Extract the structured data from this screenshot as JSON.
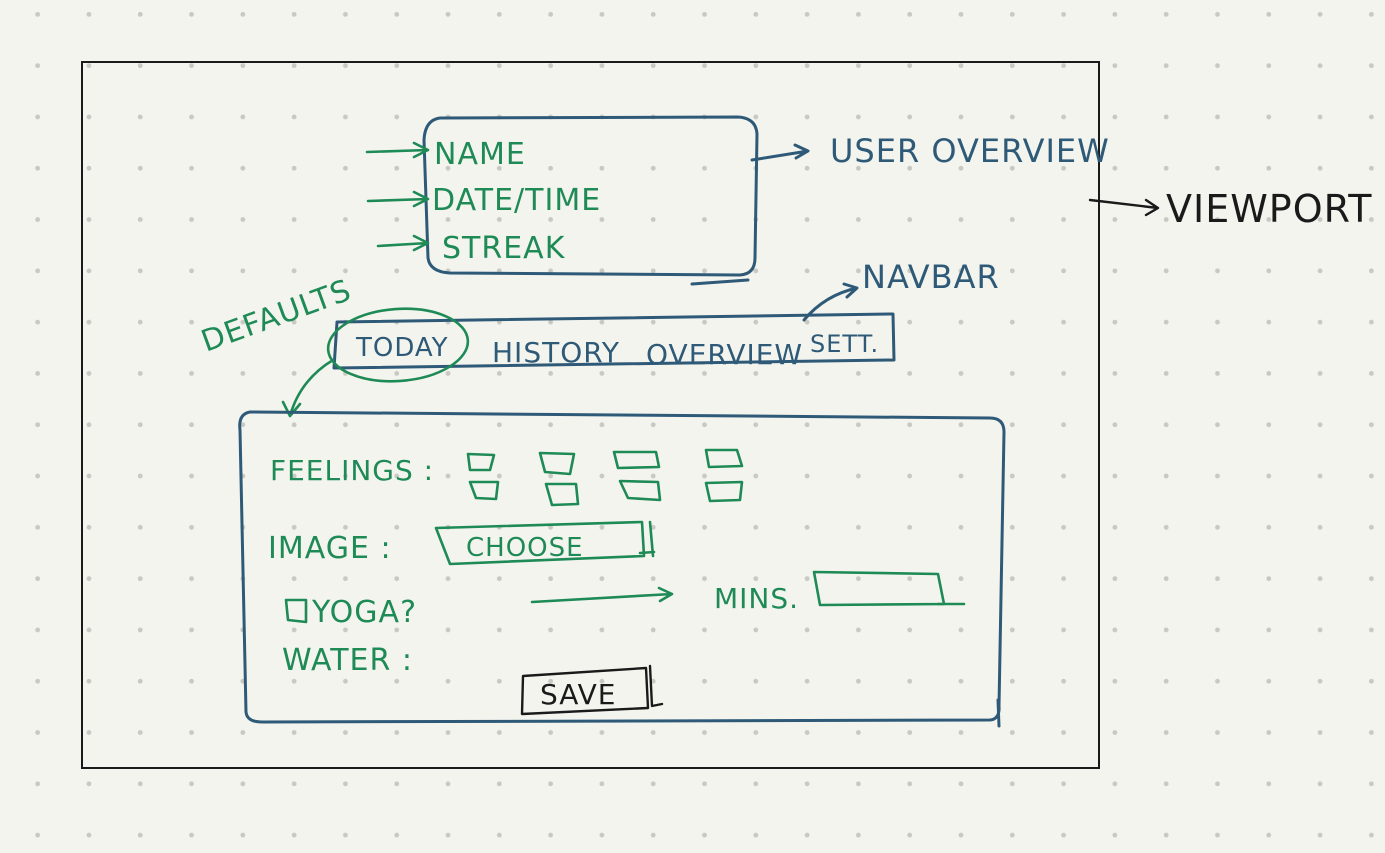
{
  "annotations": {
    "viewport": "Viewport",
    "user_overview": "User Overview",
    "navbar": "Navbar",
    "defaults": "Defaults"
  },
  "user_overview": {
    "fields": [
      "Name",
      "Date/Time",
      "Streak"
    ]
  },
  "navbar": {
    "tabs": [
      "Today",
      "History",
      "Overview",
      "Sett."
    ],
    "default_tab": "Today"
  },
  "today_form": {
    "feelings_label": "Feelings :",
    "feelings_option_count": 8,
    "image_label": "Image :",
    "choose_button": "Choose",
    "yoga_label": "Yoga?",
    "mins_label": "Mins.",
    "water_label": "Water :",
    "save_button": "Save"
  },
  "colors": {
    "blue_ink": "#2e5a78",
    "green_ink": "#1e8a55",
    "black_ink": "#1a1a1a",
    "paper": "#f4f4ef"
  }
}
